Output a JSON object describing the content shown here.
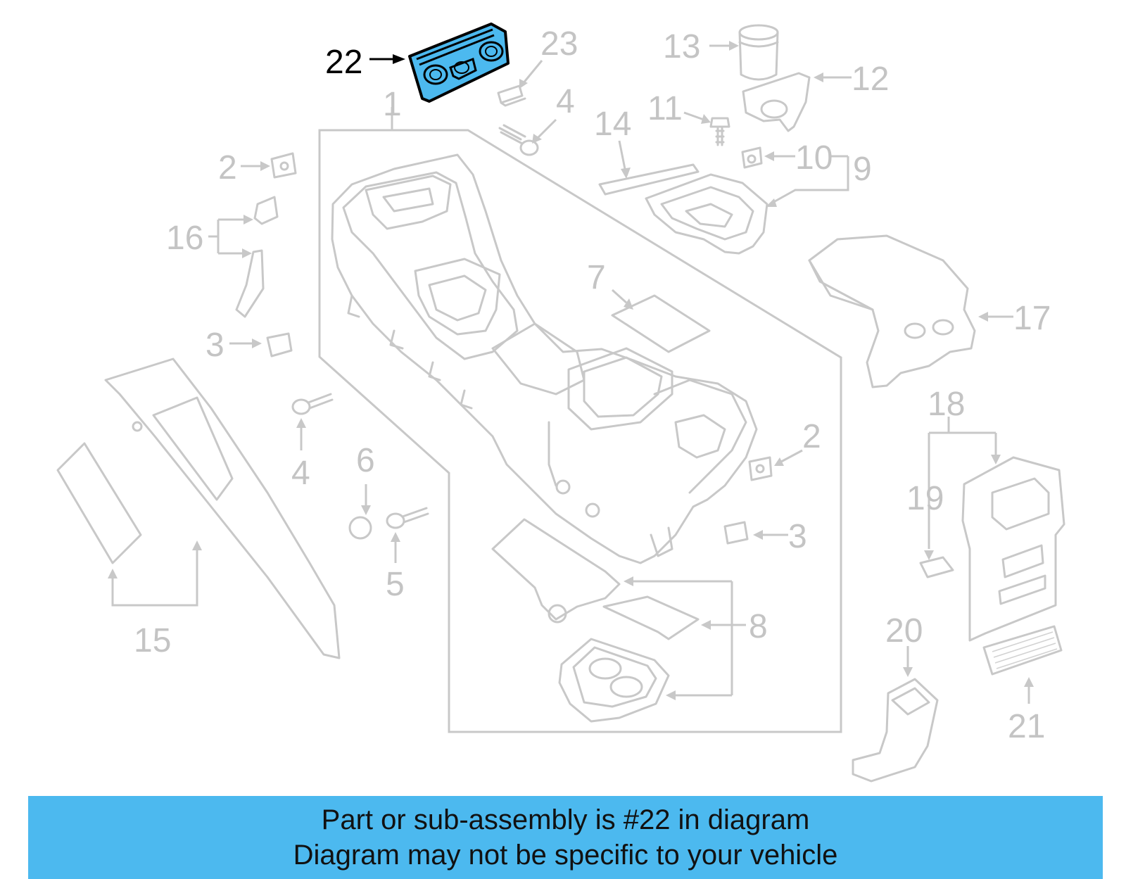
{
  "diagram": {
    "highlighted_part": "22",
    "highlight_color": "#4cb9ef",
    "line_color": "#c8c8c8",
    "callouts": {
      "c1": "1",
      "c2a": "2",
      "c2b": "2",
      "c3a": "3",
      "c3b": "3",
      "c4a": "4",
      "c4b": "4",
      "c5": "5",
      "c6": "6",
      "c7": "7",
      "c8": "8",
      "c9": "9",
      "c10": "10",
      "c11": "11",
      "c12": "12",
      "c13": "13",
      "c14": "14",
      "c15": "15",
      "c16": "16",
      "c17": "17",
      "c18": "18",
      "c19": "19",
      "c20": "20",
      "c21": "21",
      "c22": "22",
      "c23": "23"
    }
  },
  "banner": {
    "line1": "Part or sub-assembly is #22 in diagram",
    "line2": "Diagram may not be specific to your vehicle",
    "background": "#4cb9ef"
  }
}
